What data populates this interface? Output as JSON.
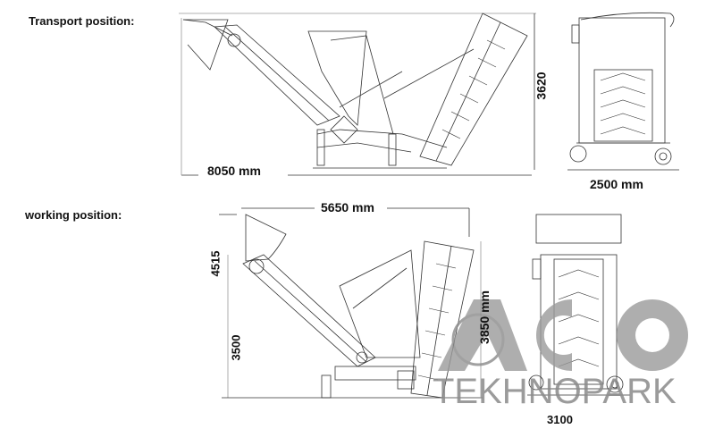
{
  "sections": {
    "transport": {
      "title": "Transport position:",
      "length": "8050 mm",
      "height": "3620",
      "width": "2500 mm"
    },
    "working": {
      "title": "working position:",
      "length": "5650 mm",
      "total_height": "4515",
      "discharge_height": "3500",
      "conveyor_height": "3850 mm",
      "width": "3100"
    }
  },
  "watermark": {
    "brand": "AGRO TEKHNOPARK",
    "text": "TEKHNOPARK",
    "color": "#8a8a8a"
  }
}
